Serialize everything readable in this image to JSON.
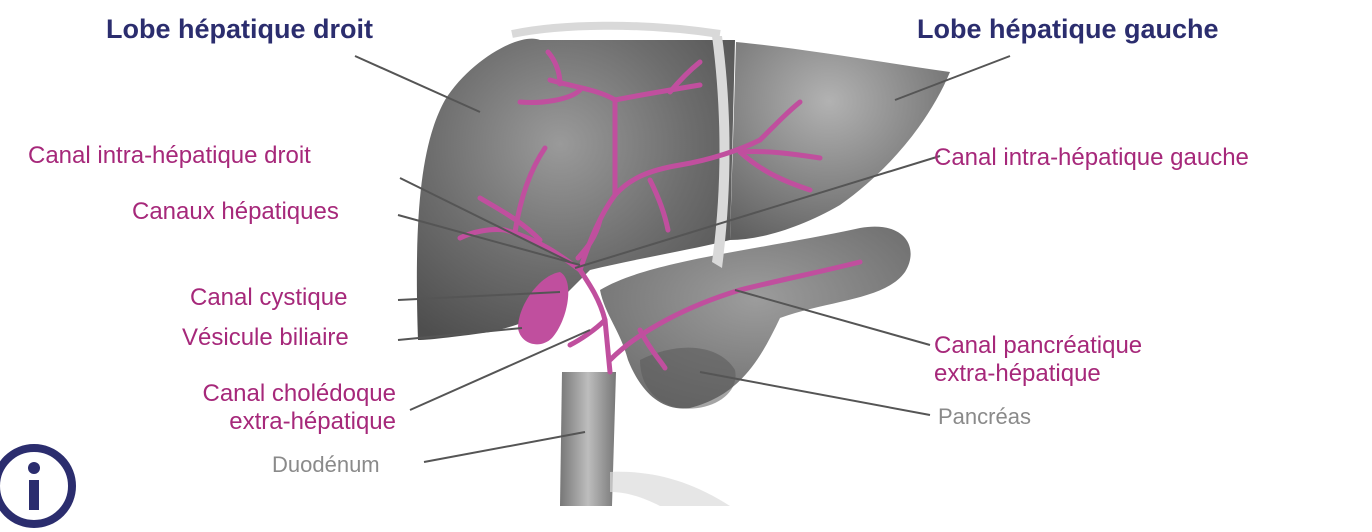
{
  "colors": {
    "title": "#2b2d6e",
    "label": "#a6287a",
    "secondary": "#8a8a8a",
    "duct": "#c04f9e",
    "organ": "#666666",
    "pancreas": "#8c8c8c",
    "leader": "#555555",
    "logo": "#2b2d6e"
  },
  "titles": {
    "right_lobe": "Lobe hépatique droit",
    "left_lobe": "Lobe hépatique gauche"
  },
  "labels": {
    "right_intrahepatic_duct": "Canal intra-hépatique droit",
    "left_intrahepatic_duct": "Canal intra-hépatique gauche",
    "hepatic_ducts": "Canaux hépatiques",
    "cystic_duct": "Canal cystique",
    "gallbladder": "Vésicule biliaire",
    "common_bile_duct_line1": "Canal cholédoque",
    "common_bile_duct_line2": "extra-hépatique",
    "pancreatic_duct_line1": "Canal pancréatique",
    "pancreatic_duct_line2": "extra-hépatique",
    "pancreas": "Pancréas",
    "duodenum": "Duodénum"
  },
  "logo_icon": "info-icon"
}
